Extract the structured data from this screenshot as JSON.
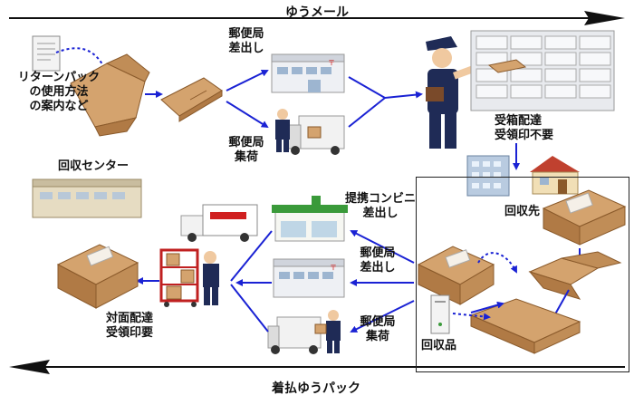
{
  "banners": {
    "top": "ゆうメール",
    "bottom": "着払ゆうパック"
  },
  "labels": {
    "return_guide": [
      "リターンパック",
      "の使用方法",
      "の案内など"
    ],
    "post_office_send_top": [
      "郵便局",
      "差出し"
    ],
    "post_office_pickup_top": [
      "郵便局",
      "集荷"
    ],
    "mailbox_delivery": [
      "受箱配達",
      "受領印不要"
    ],
    "collection_center": "回収センター",
    "collection_destination": "回収先",
    "convenience_store": [
      "提携コンビニ",
      "差出し"
    ],
    "post_office_send_bottom": [
      "郵便局",
      "差出し"
    ],
    "post_office_pickup_bottom": [
      "郵便局",
      "集荷"
    ],
    "face_to_face": [
      "対面配達",
      "受領印要"
    ],
    "collected_item": "回収品"
  },
  "colors": {
    "arrow_blue": "#1a22d4",
    "cardboard": "#d4a36e",
    "cardboard_dark": "#b07a45",
    "banner_arrow": "#111111"
  }
}
